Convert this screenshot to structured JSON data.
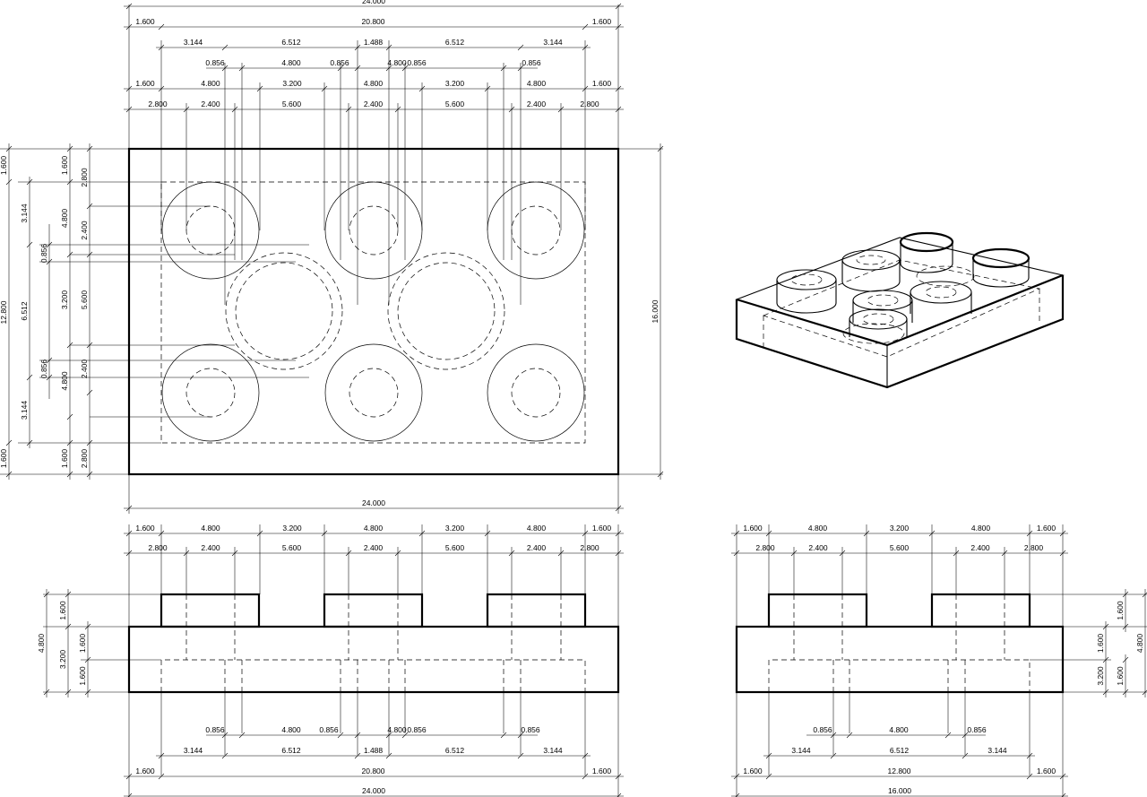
{
  "top_view": {
    "horizontal_rows": [
      [
        "1.600",
        "20.800",
        "1.600"
      ],
      [
        "3.144",
        "6.512",
        "1.488",
        "6.512",
        "3.144"
      ],
      [
        "0.856",
        "4.800",
        "0.856",
        "0.856",
        "4.800",
        "0.856"
      ],
      [
        "1.600",
        "4.800",
        "3.200",
        "4.800",
        "3.200",
        "4.800",
        "1.600"
      ],
      [
        "2.800",
        "2.400",
        "5.600",
        "2.400",
        "5.600",
        "2.400",
        "2.800"
      ]
    ],
    "overall_width": "24.000",
    "overall_width_bottom": "24.000",
    "overall_height": "16.000",
    "vertical_cols": [
      [
        "1.600",
        "12.800",
        "1.600"
      ],
      [
        "3.144",
        "6.512",
        "3.144"
      ],
      [
        "0.856",
        "0.856"
      ],
      [
        "1.600",
        "4.800",
        "3.200",
        "4.800",
        "1.600"
      ],
      [
        "2.800",
        "2.400",
        "5.600",
        "2.400",
        "2.800"
      ]
    ]
  },
  "front_view": {
    "top_rows": [
      [
        "1.600",
        "4.800",
        "3.200",
        "4.800",
        "3.200",
        "4.800",
        "1.600"
      ],
      [
        "2.800",
        "2.400",
        "5.600",
        "2.400",
        "5.600",
        "2.400",
        "2.800"
      ]
    ],
    "bottom_rows": [
      [
        "0.856",
        "4.800",
        "0.856",
        "0.856",
        "4.800",
        "0.856"
      ],
      [
        "3.144",
        "6.512",
        "1.488",
        "6.512",
        "3.144"
      ],
      [
        "1.600",
        "20.800",
        "1.600"
      ]
    ],
    "overall_width": "24.000",
    "left_dims": [
      "4.800",
      "1.600",
      "3.200",
      "1.600",
      "1.600"
    ]
  },
  "side_view": {
    "top_rows": [
      [
        "1.600",
        "4.800",
        "3.200",
        "4.800",
        "1.600"
      ],
      [
        "2.800",
        "2.400",
        "5.600",
        "2.400",
        "2.800"
      ]
    ],
    "bottom_rows": [
      [
        "0.856",
        "4.800",
        "0.856"
      ],
      [
        "3.144",
        "6.512",
        "3.144"
      ],
      [
        "1.600",
        "12.800",
        "1.600"
      ]
    ],
    "overall_width": "16.000",
    "right_dims": [
      "1.600",
      "1.600",
      "3.200",
      "1.600",
      "4.800"
    ]
  }
}
